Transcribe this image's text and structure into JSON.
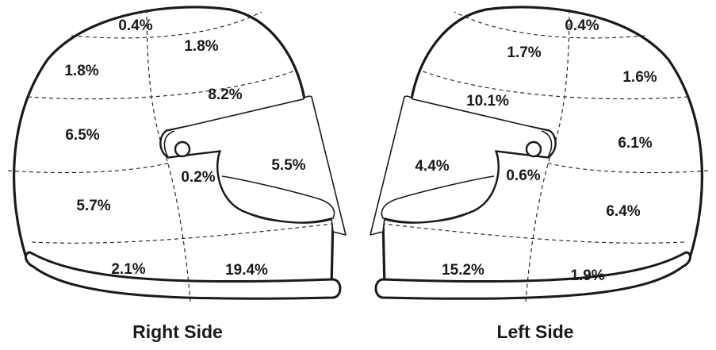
{
  "figure": {
    "helmets": [
      {
        "caption": "Right Side",
        "regions": [
          {
            "label": "0.4%"
          },
          {
            "label": "1.8%"
          },
          {
            "label": "1.8%"
          },
          {
            "label": "8.2%"
          },
          {
            "label": "6.5%"
          },
          {
            "label": "0.2%"
          },
          {
            "label": "5.5%"
          },
          {
            "label": "5.7%"
          },
          {
            "label": "2.1%"
          },
          {
            "label": "19.4%"
          }
        ]
      },
      {
        "caption": "Left Side",
        "regions": [
          {
            "label": "0.4%"
          },
          {
            "label": "1.7%"
          },
          {
            "label": "1.6%"
          },
          {
            "label": "10.1%"
          },
          {
            "label": "6.1%"
          },
          {
            "label": "4.4%"
          },
          {
            "label": "0.6%"
          },
          {
            "label": "6.4%"
          },
          {
            "label": "15.2%"
          },
          {
            "label": "1.9%"
          }
        ]
      }
    ]
  }
}
